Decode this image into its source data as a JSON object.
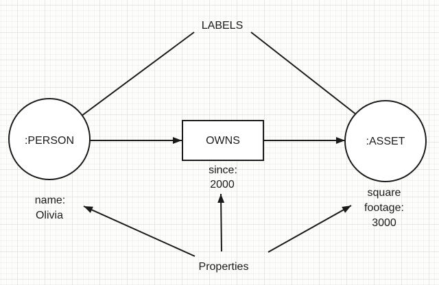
{
  "canvas": {
    "background_color": "#fdfdfc",
    "grid_minor_color": "#f4f2ef",
    "grid_major_color": "#e8e6e3",
    "stroke_color": "#1a1a1a"
  },
  "annotations": {
    "labels": "LABELS",
    "properties": "Properties"
  },
  "nodes": {
    "person": {
      "label": ":PERSON"
    },
    "owns": {
      "label": "OWNS"
    },
    "asset": {
      "label": ":ASSET"
    }
  },
  "properties": {
    "person": {
      "lines": [
        "name:",
        "Olivia"
      ]
    },
    "owns": {
      "lines": [
        "since:",
        "2000"
      ]
    },
    "asset": {
      "lines": [
        "square",
        "footage:",
        "3000"
      ]
    }
  }
}
